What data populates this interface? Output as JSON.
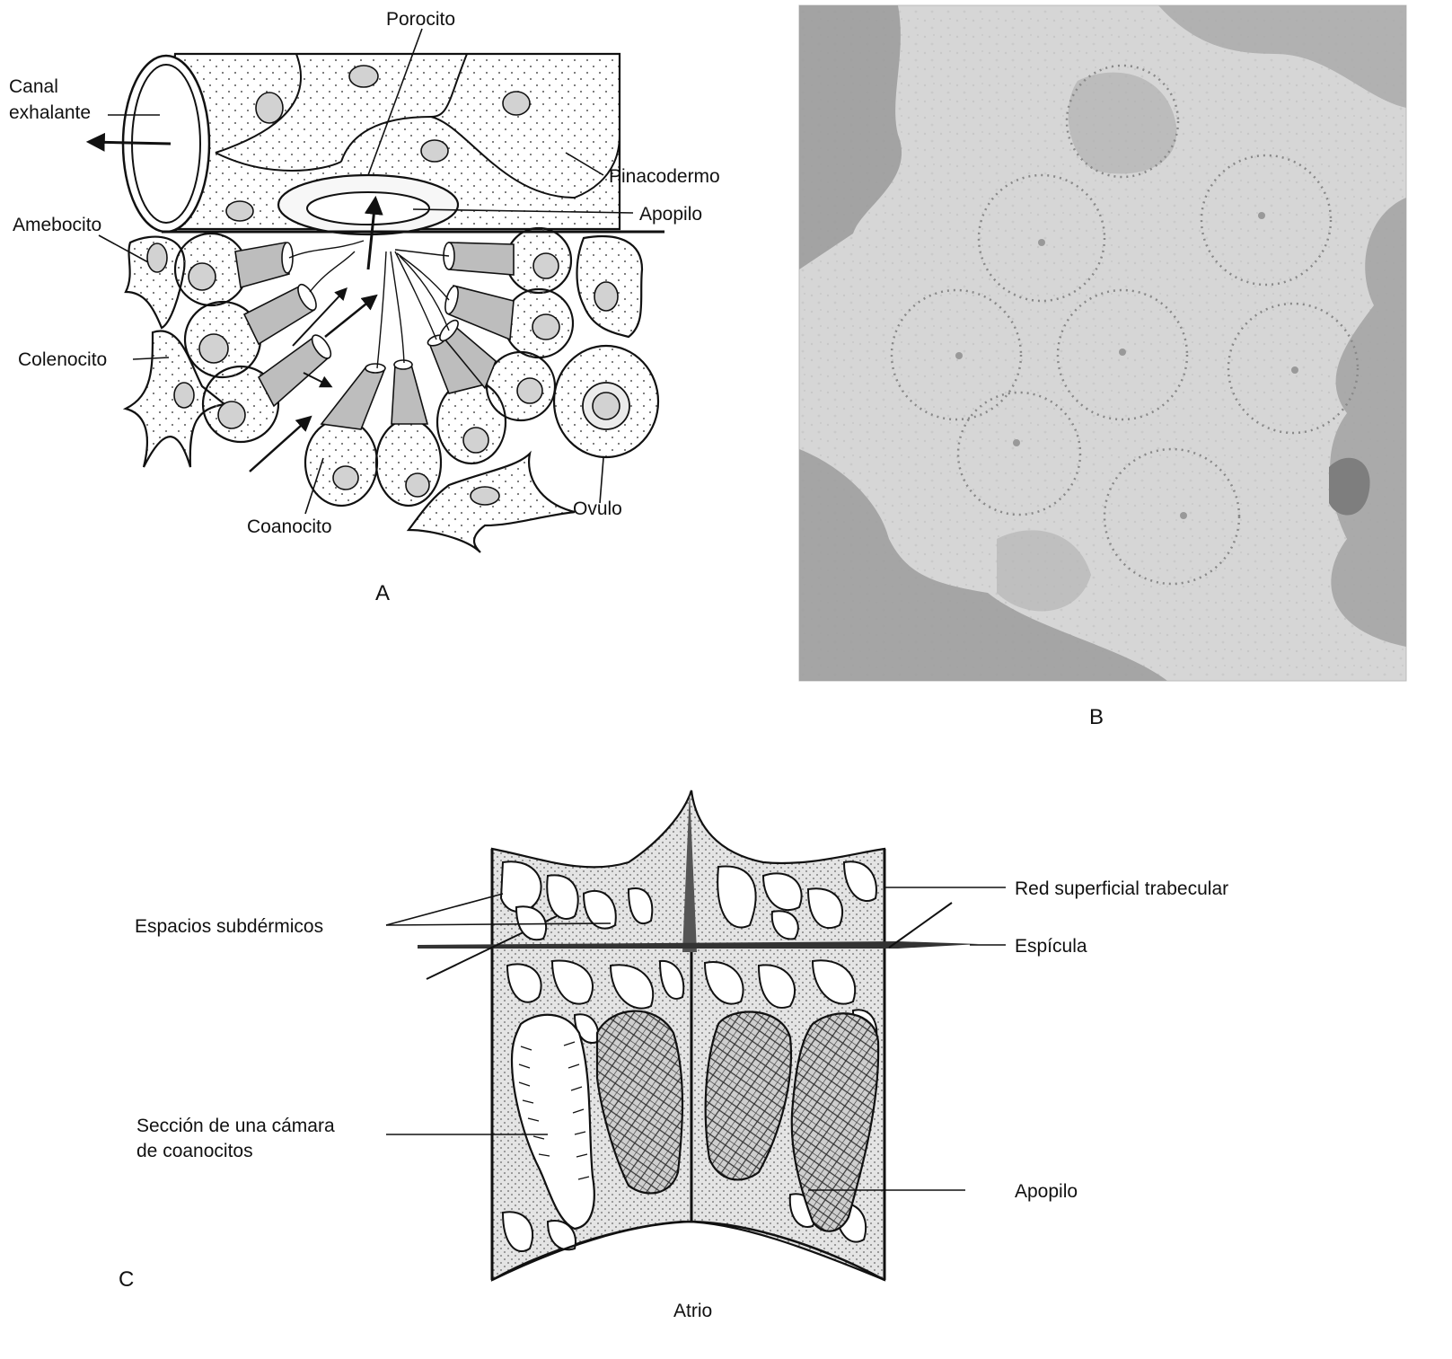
{
  "panels": {
    "a": "A",
    "b": "B",
    "c": "C"
  },
  "diagram_a": {
    "canal_line1": "Canal",
    "canal_line2": "exhalante",
    "porocito": "Porocito",
    "pinacodermo": "Pinacodermo",
    "apopilo": "Apopilo",
    "amebocito": "Amebocito",
    "colenocito": "Colenocito",
    "coanocito": "Coanocito",
    "ovulo": "Ovulo"
  },
  "diagram_c": {
    "red_superficial": "Red superficial trabecular",
    "espiculas": "Espícula",
    "espacios": "Espacios subdérmicos",
    "seccion_line1": "Sección de una cámara",
    "seccion_line2": "de coanocitos",
    "apopilo": "Apopilo",
    "atrio": "Atrio"
  },
  "colors": {
    "ink": "#111111",
    "micrograph_bg": "#d9d9d9",
    "micrograph_dark": "#8a8a8a"
  }
}
